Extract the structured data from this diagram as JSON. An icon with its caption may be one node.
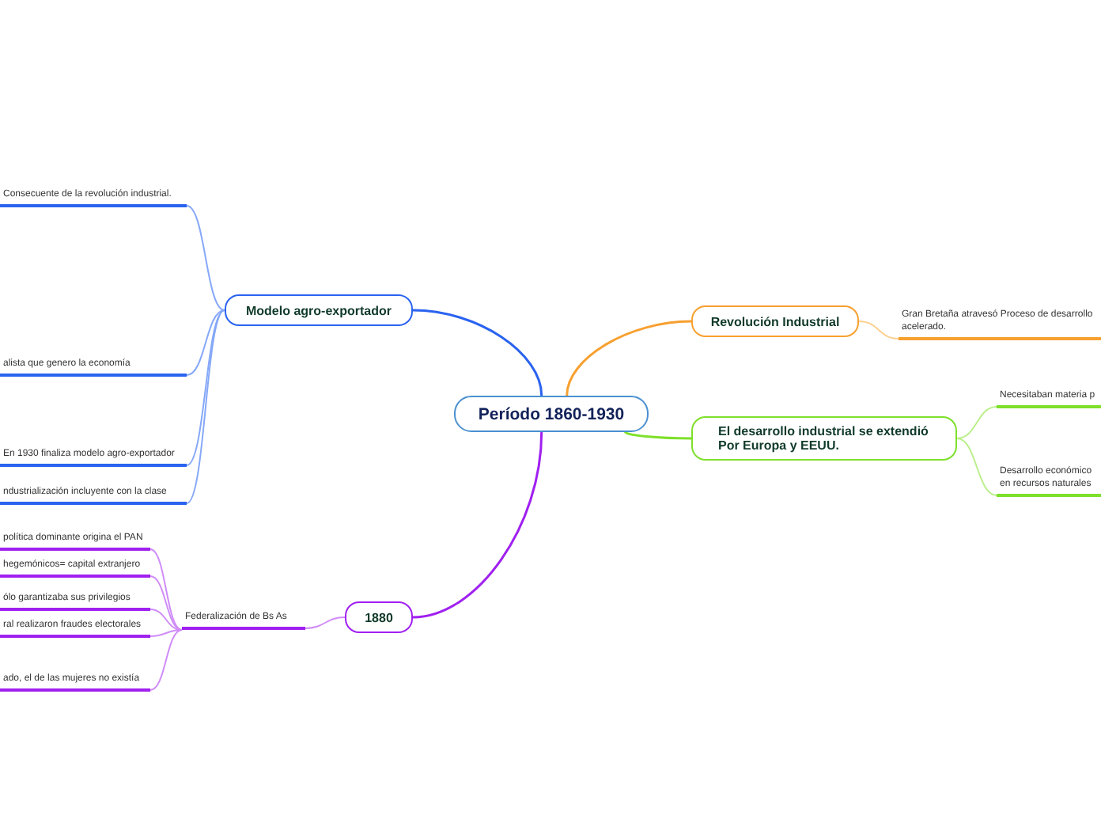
{
  "diagram": {
    "nodes": [
      {
        "text": [
          "Período 1860-1930"
        ]
      },
      {
        "text": [
          "Modelo agro-exportador"
        ]
      },
      {
        "text": [
          "Consecuente de la revolución industrial."
        ]
      },
      {
        "text": [
          "alista que genero la economía"
        ]
      },
      {
        "text": [
          "En 1930 finaliza modelo agro-exportador"
        ]
      },
      {
        "text": [
          "ndustrialización incluyente con la clase"
        ]
      },
      {
        "text": [
          "1880"
        ]
      },
      {
        "text": [
          "Federalización de Bs As"
        ]
      },
      {
        "text": [
          "política dominante origina el PAN"
        ]
      },
      {
        "text": [
          "hegemónicos= capital extranjero"
        ]
      },
      {
        "text": [
          "ólo garantizaba sus privilegios"
        ]
      },
      {
        "text": [
          "ral realizaron fraudes electorales"
        ]
      },
      {
        "text": [
          "ado, el de las mujeres no existía"
        ]
      },
      {
        "text": [
          "Revolución Industrial"
        ]
      },
      {
        "text": [
          "Gran Bretaña atravesó Proceso de desarrollo acelerado."
        ]
      },
      {
        "text": [
          "El desarrollo industrial se extendió Por Europa y EEUU."
        ]
      },
      {
        "text": [
          "Necesitaban materia p"
        ]
      },
      {
        "text": [
          "Desarrollo económico en recursos naturales"
        ]
      }
    ],
    "edges": [
      {
        "from": 0,
        "to": 1,
        "arrow": "none",
        "color": "#2a63f0"
      },
      {
        "from": 1,
        "to": 2,
        "arrow": "none",
        "color": "#86a8f8"
      },
      {
        "from": 1,
        "to": 3,
        "arrow": "none",
        "color": "#86a8f8"
      },
      {
        "from": 1,
        "to": 4,
        "arrow": "none",
        "color": "#86a8f8"
      },
      {
        "from": 1,
        "to": 5,
        "arrow": "none",
        "color": "#86a8f8"
      },
      {
        "from": 0,
        "to": 6,
        "arrow": "none",
        "color": "#a020f0"
      },
      {
        "from": 6,
        "to": 7,
        "arrow": "none",
        "color": "#d08cf8"
      },
      {
        "from": 7,
        "to": 8,
        "arrow": "none",
        "color": "#d08cf8"
      },
      {
        "from": 7,
        "to": 9,
        "arrow": "none",
        "color": "#d08cf8"
      },
      {
        "from": 7,
        "to": 10,
        "arrow": "none",
        "color": "#d08cf8"
      },
      {
        "from": 7,
        "to": 11,
        "arrow": "none",
        "color": "#d08cf8"
      },
      {
        "from": 7,
        "to": 12,
        "arrow": "none",
        "color": "#d08cf8"
      },
      {
        "from": 0,
        "to": 13,
        "arrow": "none",
        "color": "#f7a030"
      },
      {
        "from": 13,
        "to": 14,
        "arrow": "none",
        "color": "#fcd090"
      },
      {
        "from": 0,
        "to": 15,
        "arrow": "none",
        "color": "#7ee02a"
      },
      {
        "from": 15,
        "to": 16,
        "arrow": "none",
        "color": "#bcef8c"
      },
      {
        "from": 15,
        "to": 17,
        "arrow": "none",
        "color": "#bcef8c"
      }
    ]
  }
}
